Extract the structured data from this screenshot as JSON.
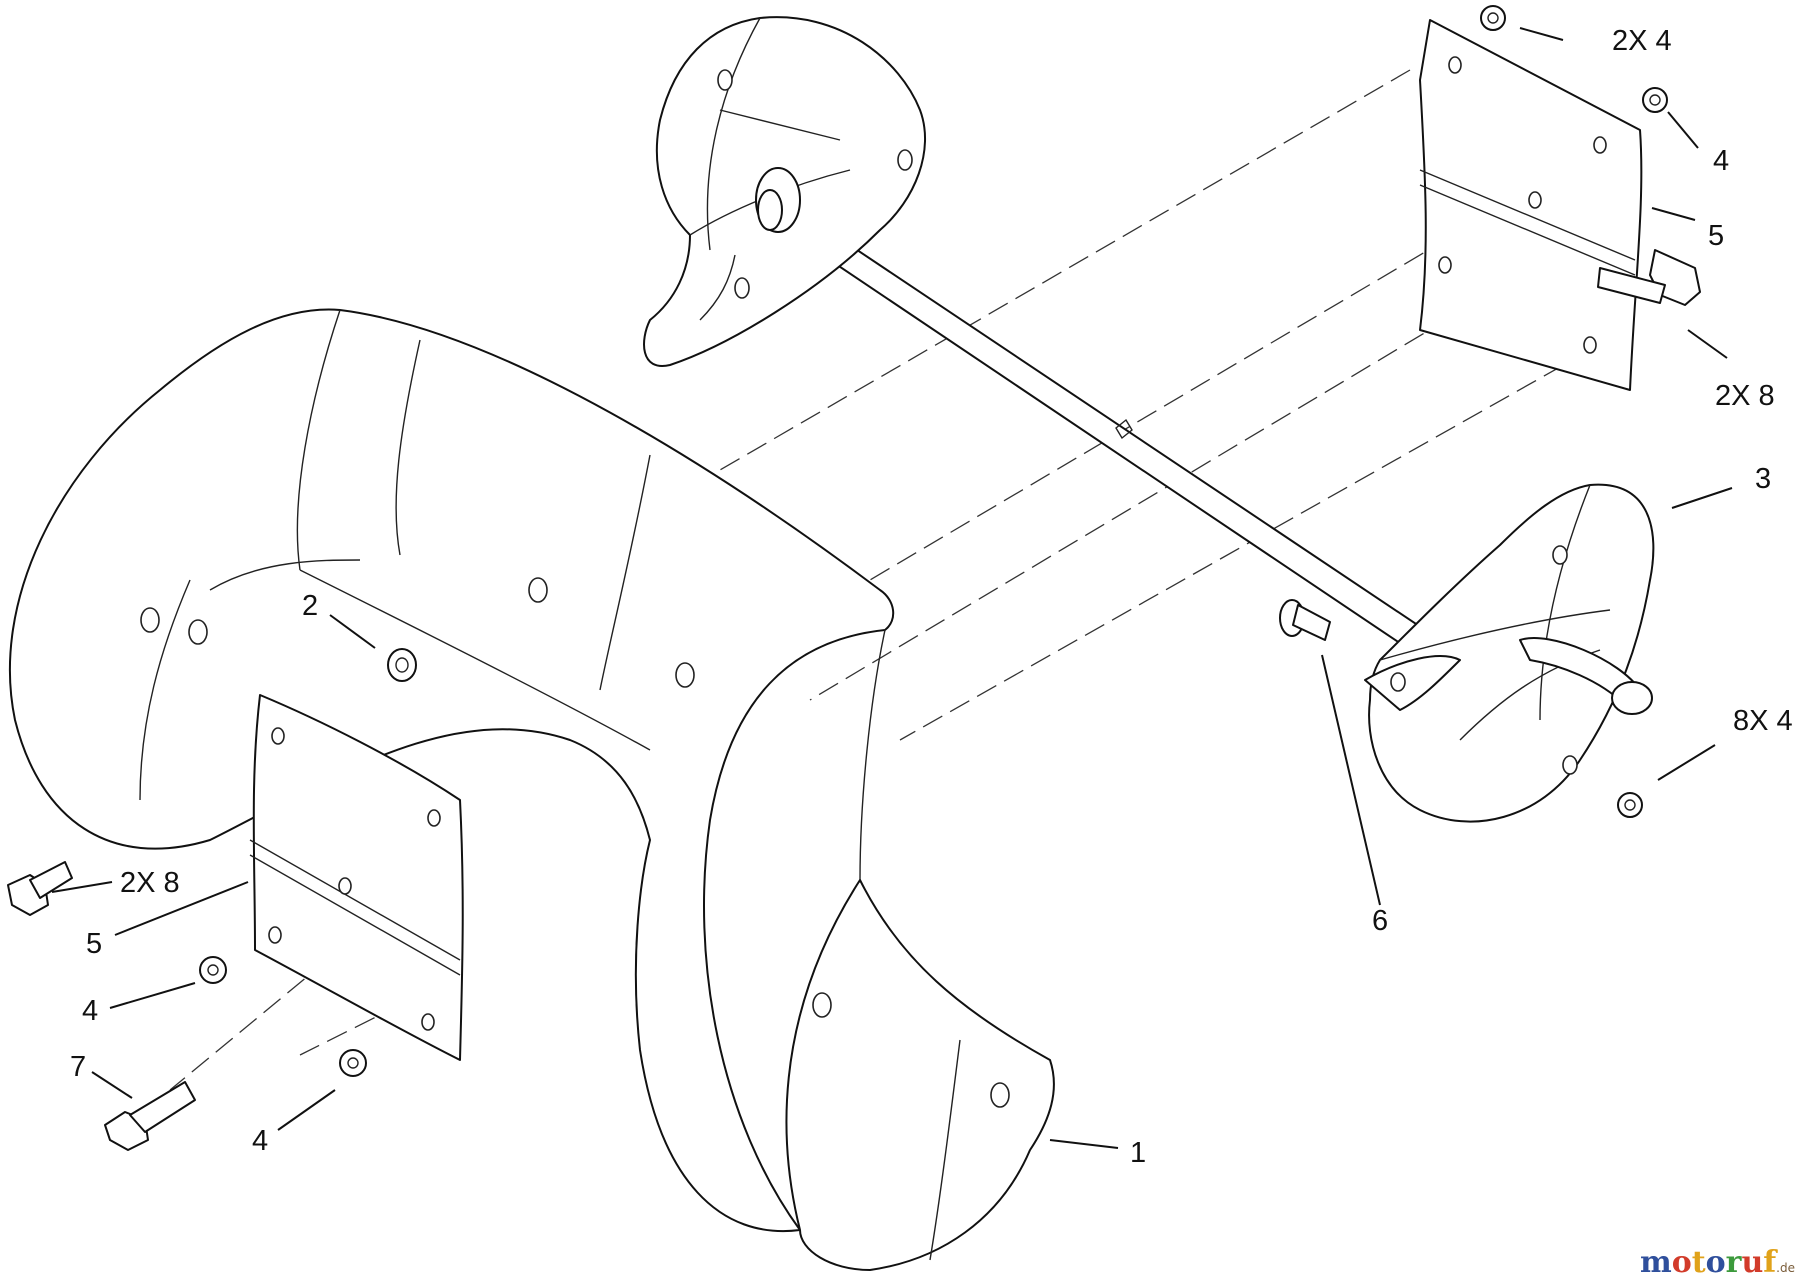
{
  "diagram": {
    "callouts": {
      "c1": "1",
      "c2": "2",
      "c3": "3",
      "c4a": "4",
      "c4b": "4",
      "c4c": "4",
      "c5a": "5",
      "c5b": "5",
      "c6": "6",
      "c7": "7",
      "c2x4": "2X 4",
      "c2x8a": "2X 8",
      "c2x8b": "2X 8",
      "c8x4": "8X 4"
    },
    "watermark": {
      "letters": [
        "m",
        "o",
        "t",
        "o",
        "r",
        "u",
        "f"
      ],
      "letter_colors": [
        "#2f4f9c",
        "#d23b2a",
        "#e0a21a",
        "#2f4f9c",
        "#3c9a3c",
        "#d23b2a",
        "#e0a21a"
      ],
      "suffix": ".de"
    }
  }
}
